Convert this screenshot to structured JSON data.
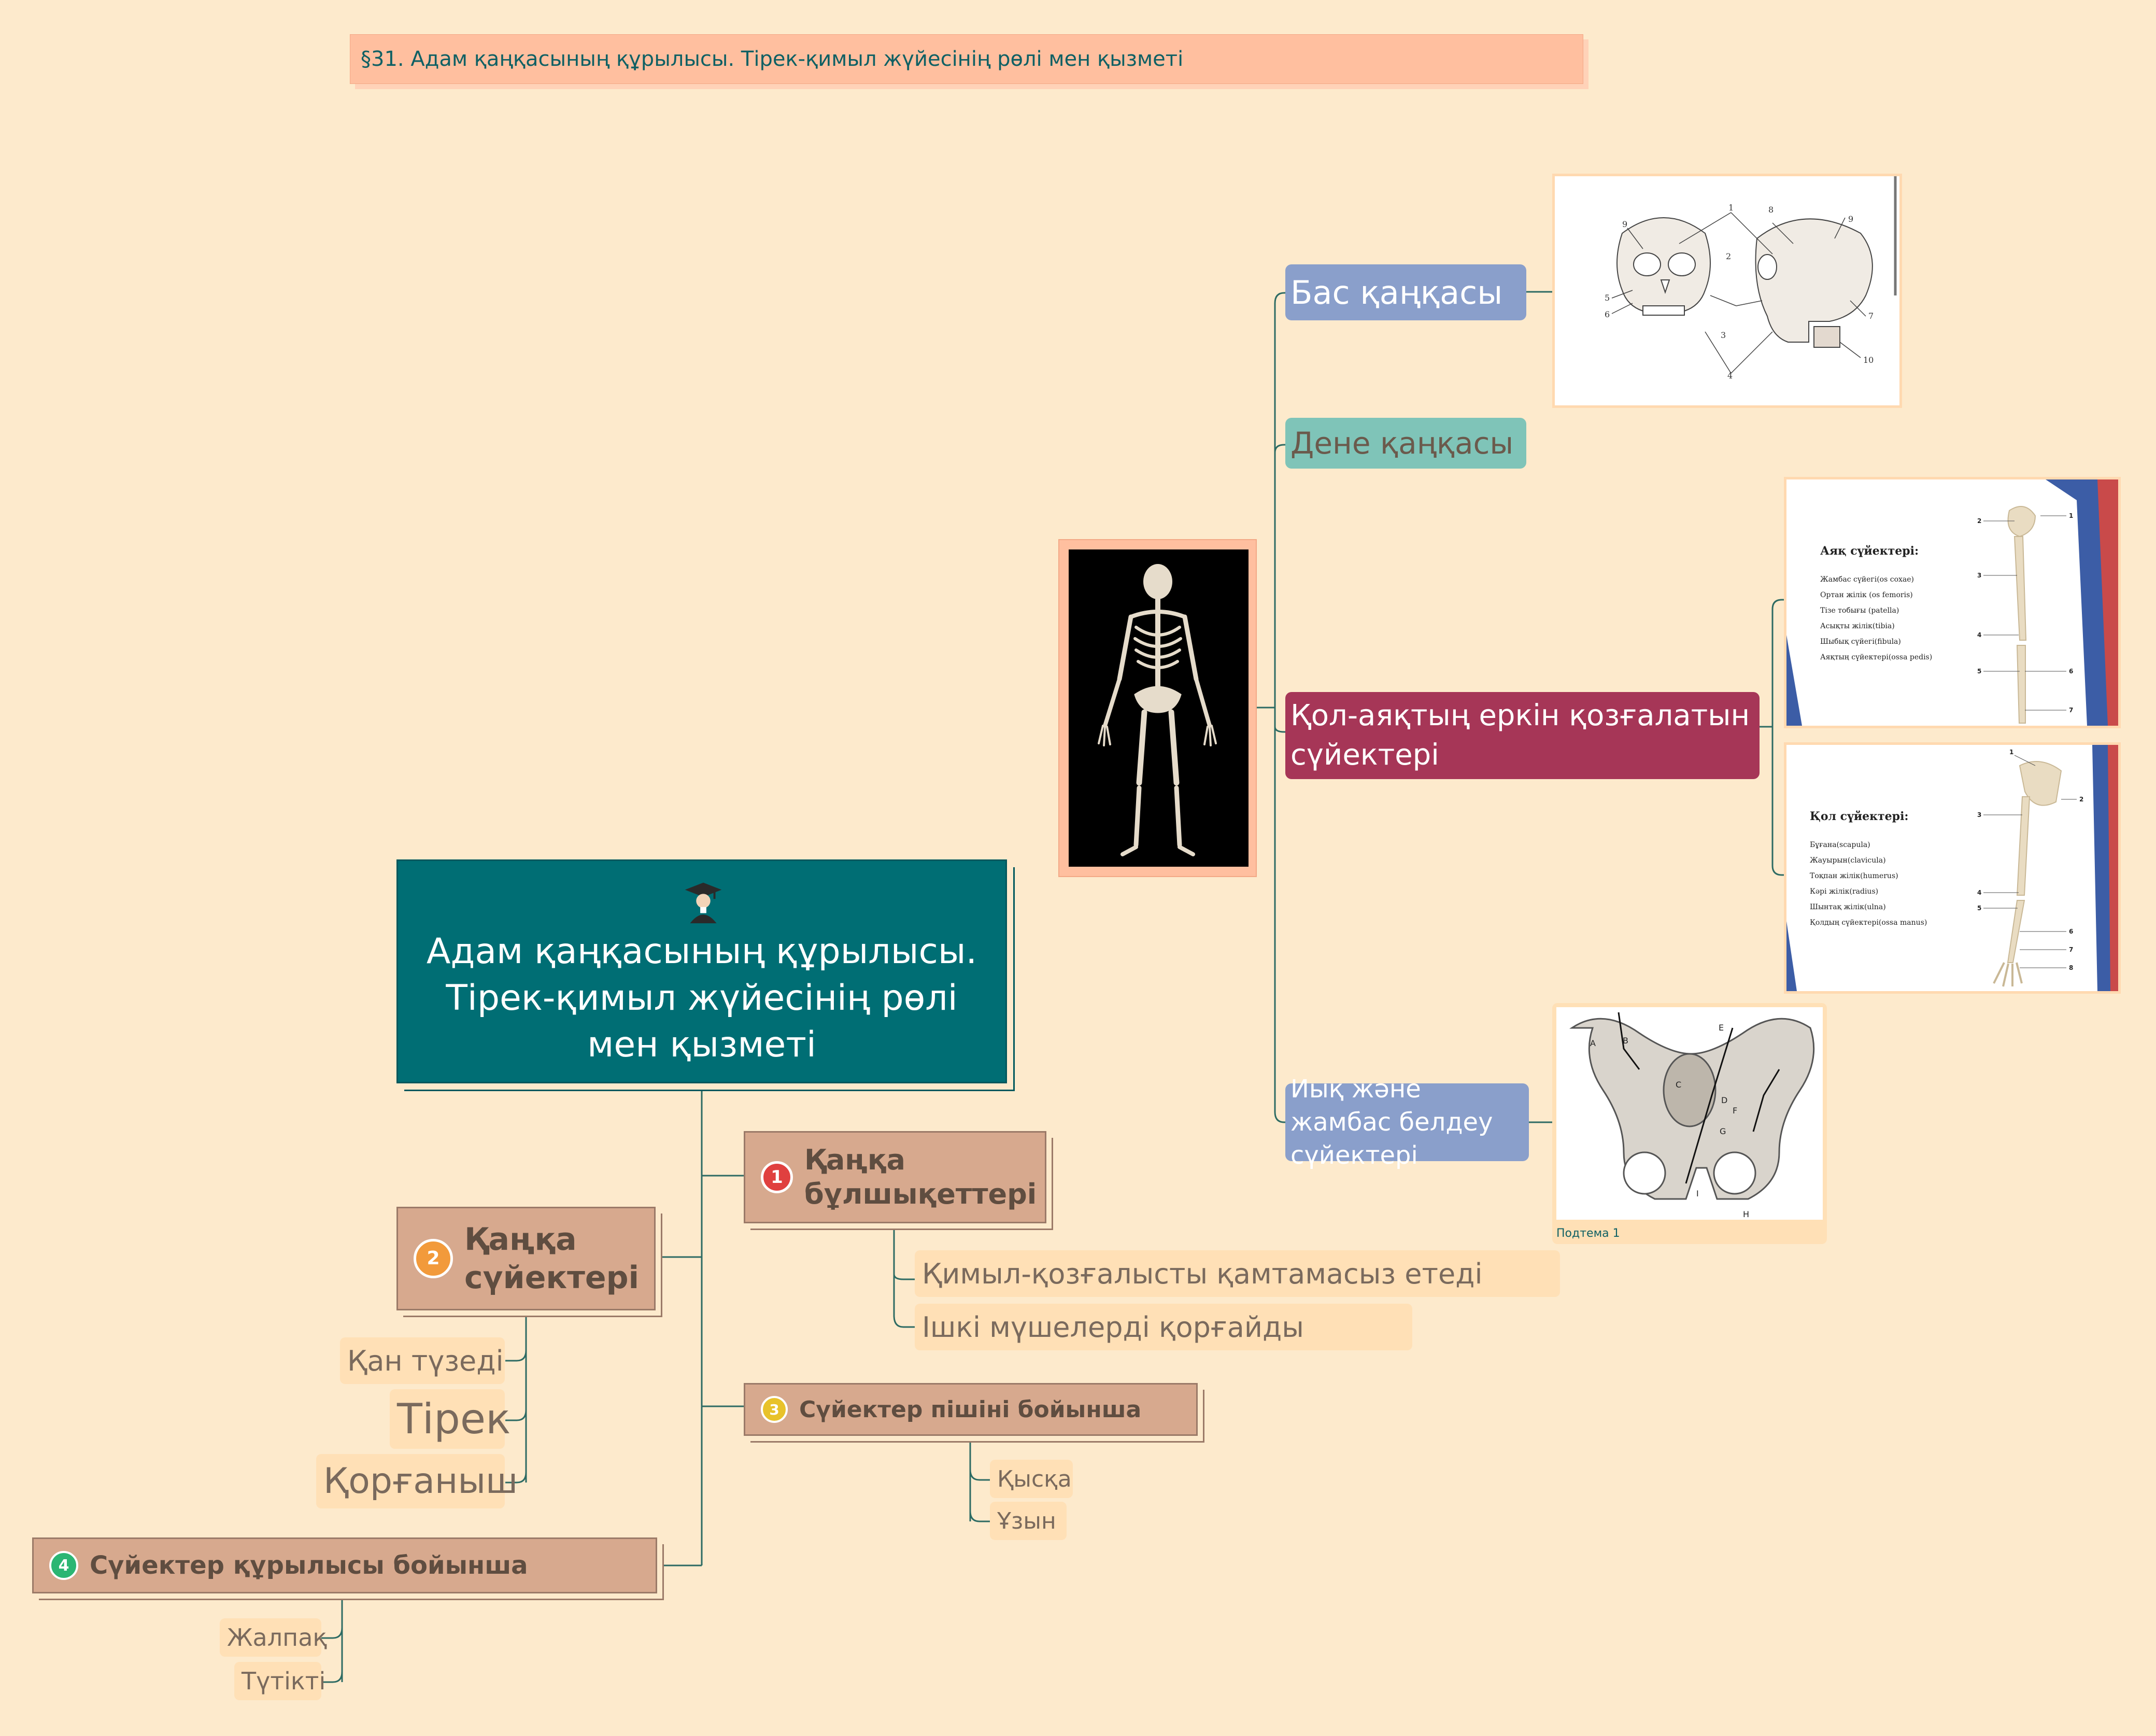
{
  "header": {
    "title": "§31. Адам қаңқасының құрылысы. Тірек-қимыл жүйесінің рөлі мен қызметі"
  },
  "central": {
    "title": "Адам қаңқасының құрылысы. Тірек-қимыл жүйесінің рөлі мен қызметі",
    "icon": "graduate-icon"
  },
  "branches": {
    "b1": {
      "number": "1",
      "label": "Қаңқа бұлшықеттері",
      "color": "#e0403f",
      "children": [
        "Қимыл-қозғалысты қамтамасыз етеді",
        "Ішкі мүшелерді қорғайды"
      ]
    },
    "b2": {
      "number": "2",
      "label": "Қаңқа сүйектері",
      "color": "#f29a3b",
      "children": [
        "Қан түзеді",
        "Тірек",
        "Қорғаныш"
      ]
    },
    "b3": {
      "number": "3",
      "label": "Сүйектер пішіні бойынша",
      "color": "#e8c22a",
      "children": [
        "Қысқа",
        "Ұзын"
      ]
    },
    "b4": {
      "number": "4",
      "label": "Сүйектер құрылысы бойынша",
      "color": "#2bb673",
      "children": [
        "Жалпақ",
        "Түтікті"
      ]
    }
  },
  "skeleton_tree": {
    "items": [
      {
        "label": "Бас қаңқасы",
        "color": "#8a9fcb"
      },
      {
        "label": "Дене қаңқасы",
        "color": "#7fc4b8"
      },
      {
        "label": "Қол-аяқтың еркін қозғалатын сүйектері",
        "color": "#a63657"
      },
      {
        "label": "Иық және жамбас белдеу сүйектері",
        "color": "#8a9fcb"
      }
    ],
    "subtopic_caption": "Подтема 1"
  },
  "leg_slide": {
    "title": "Аяқ сүйектері:",
    "items": [
      "Жамбас сүйегі(os coxae)",
      "Ортан жілік (os femoris)",
      "Тізе тобығы (patella)",
      "Асықты жілік(tibia)",
      "Шыбық сүйегі(fibula)",
      "Аяқтың сүйектері(ossa pedis)"
    ],
    "numbers": [
      "1",
      "2",
      "3",
      "4",
      "5",
      "6",
      "7"
    ]
  },
  "arm_slide": {
    "title": "Қол сүйектері:",
    "items": [
      "Бұғана(scapula)",
      "Жауырын(clavicula)",
      "Тоқпан жілік(humerus)",
      "Кәрі жілік(radius)",
      "Шынтақ жілік(ulna)",
      "Қолдың сүйектері(ossa manus)"
    ],
    "numbers": [
      "1",
      "2",
      "3",
      "4",
      "5",
      "6",
      "7",
      "8"
    ]
  },
  "skull_numbers": [
    "1",
    "2",
    "3",
    "4",
    "5",
    "6",
    "7",
    "8",
    "9",
    "9",
    "10"
  ],
  "pelvis_letters": [
    "A",
    "B",
    "C",
    "D",
    "E",
    "F",
    "G",
    "H",
    "I"
  ],
  "colors": {
    "background": "#fdeacc",
    "central": "#006e74",
    "branch": "#d7a98e",
    "leaf": "#ffe0b6",
    "line": "#2d6b63"
  }
}
